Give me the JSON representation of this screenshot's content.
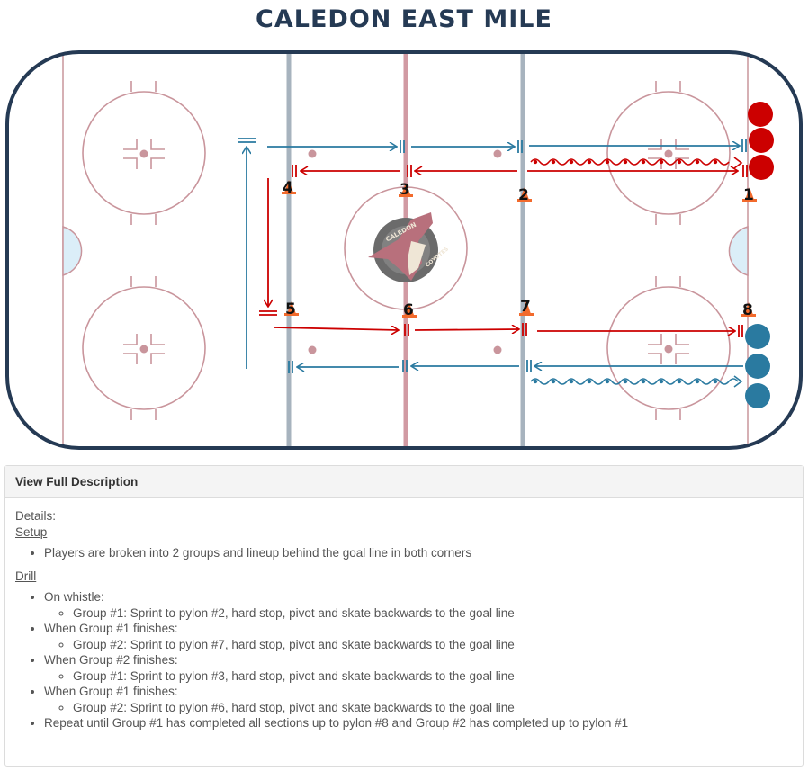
{
  "title": "CALEDON EAST MILE",
  "colors": {
    "title": "#253a54",
    "boards": "#253a54",
    "rink_lines": "#c9959c",
    "blue_lines": "#a7b3be",
    "center_line": "#d19aa3",
    "crease_fill": "#dbeef8",
    "group1": "#cc0000",
    "group2": "#2a7aa0",
    "pylon": "#f26a2c"
  },
  "diagram": {
    "logo_text_top": "CALEDON",
    "logo_text_bottom": "COYOTES",
    "pylons": [
      {
        "label": "1"
      },
      {
        "label": "2"
      },
      {
        "label": "3"
      },
      {
        "label": "4"
      },
      {
        "label": "5"
      },
      {
        "label": "6"
      },
      {
        "label": "7"
      },
      {
        "label": "8"
      }
    ],
    "groups": [
      {
        "name": "Group #1",
        "color": "red",
        "players": 3
      },
      {
        "name": "Group #2",
        "color": "blue",
        "players": 3
      }
    ]
  },
  "description": {
    "header": "View Full Description",
    "details_label": "Details:",
    "setup_heading": "Setup",
    "setup_items": [
      "Players are broken into 2 groups and lineup behind the goal line in both corners"
    ],
    "drill_heading": "Drill",
    "drill_items": [
      {
        "text": "On whistle:",
        "sub": "Group #1: Sprint to pylon #2, hard stop, pivot and skate backwards to the goal line"
      },
      {
        "text": "When Group #1 finishes:",
        "sub": "Group #2: Sprint to pylon #7, hard stop, pivot and skate backwards to the goal line"
      },
      {
        "text": "When Group #2 finishes:",
        "sub": "Group #1: Sprint to pylon #3, hard stop, pivot and skate backwards to the goal line"
      },
      {
        "text": "When Group #1 finishes:",
        "sub": "Group #2: Sprint to pylon #6, hard stop, pivot and skate backwards to the goal line"
      },
      {
        "text": "Repeat until Group #1 has completed all sections up to pylon #8 and Group #2 has completed up to pylon #1"
      }
    ]
  }
}
